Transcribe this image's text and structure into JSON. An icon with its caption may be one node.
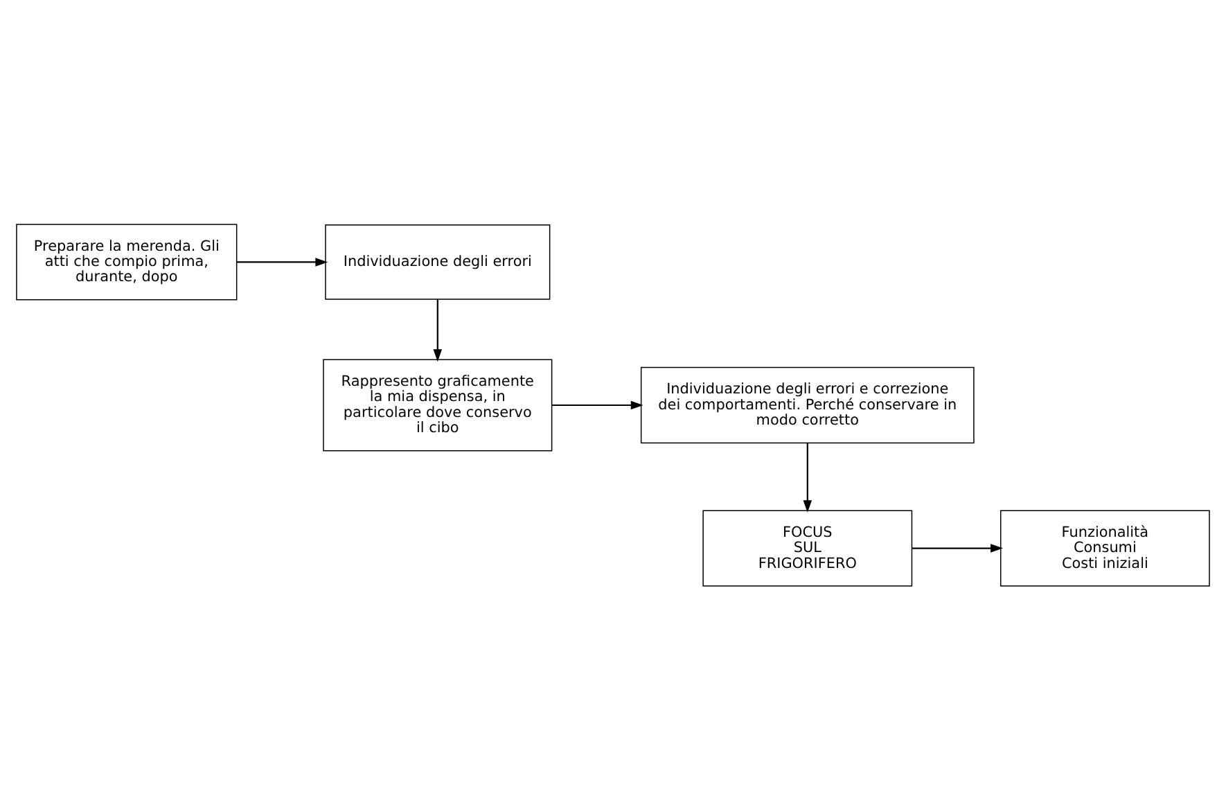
{
  "diagram": {
    "nodes": [
      {
        "text": [
          "Preparare la merenda. Gli atti che compio prima, durante, dopo"
        ]
      },
      {
        "text": [
          "Individuazione degli errori"
        ]
      },
      {
        "text": [
          "Rappresento graficamente la mia dispensa, in particolare dove conservo il cibo"
        ]
      },
      {
        "text": [
          "Individuazione degli errori e correzione dei comportamenti. Perché conservare in modo corretto"
        ]
      },
      {
        "text": [
          "FOCUS SUL FRIGORIFERO"
        ]
      },
      {
        "text": [
          "Funzionalità",
          "Consumi",
          "Costi iniziali"
        ]
      }
    ],
    "edges": [
      {
        "from": 0,
        "to": 1,
        "arrow": "to"
      },
      {
        "from": 1,
        "to": 2,
        "arrow": "to"
      },
      {
        "from": 2,
        "to": 3,
        "arrow": "to"
      },
      {
        "from": 3,
        "to": 4,
        "arrow": "to"
      },
      {
        "from": 4,
        "to": 5,
        "arrow": "to"
      }
    ]
  }
}
